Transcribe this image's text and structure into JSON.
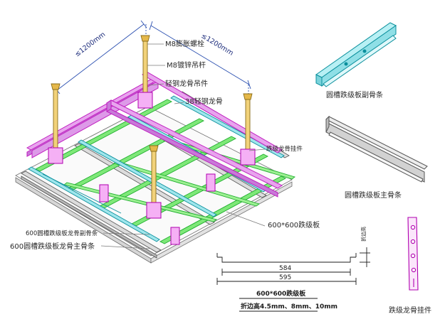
{
  "labels": {
    "dim_left": "≤1200mm",
    "dim_right": "≤1200mm",
    "m8_bolt": "M8膨胀螺栓",
    "m8_rod": "M8镀锌吊杆",
    "steel_hanger": "轻钢龙骨吊件",
    "steel_keel_38": "38轻钢龙骨",
    "step_keel_hanger": "跌级龙骨挂件",
    "panel_600": "600*600跌级板",
    "sub_keel_600": "600圆槽跌级板龙骨副骨条",
    "main_keel_600": "600圆槽跌级板龙骨主骨条"
  },
  "details": {
    "sub_keel_caption": "圆槽跌级板副骨条",
    "main_keel_caption": "圆槽跌级板主骨条",
    "hanger_caption": "跌级龙骨挂件"
  },
  "section": {
    "inner_width": "584",
    "outer_width": "595",
    "height_label": "折边高",
    "title": "600*600跌级板",
    "subtitle": "折边高4.5mm、8mm、10mm"
  }
}
